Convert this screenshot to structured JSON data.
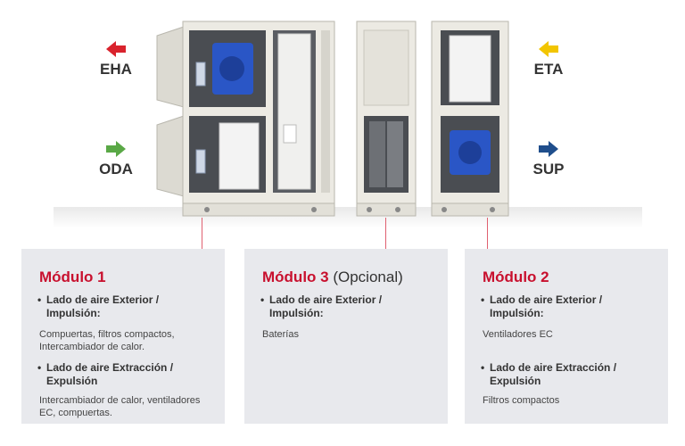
{
  "flows": {
    "eha": {
      "label": "EHA",
      "color": "#d9232d",
      "dir": "left"
    },
    "oda": {
      "label": "ODA",
      "color": "#5aa846",
      "dir": "right"
    },
    "eta": {
      "label": "ETA",
      "color": "#f2c500",
      "dir": "left"
    },
    "sup": {
      "label": "SUP",
      "color": "#1f4e8c",
      "dir": "right"
    }
  },
  "modules": {
    "m1": {
      "title": "Módulo 1",
      "b1": {
        "line1": "Lado de aire Exterior /",
        "line2": "Impulsión:"
      },
      "t1": {
        "line1": "Compuertas, filtros compactos,",
        "line2": "Intercambiador de calor."
      },
      "b2": {
        "line1": "Lado de aire Extracción /",
        "line2": "Expulsión"
      },
      "t2": {
        "line1": "Intercambiador de calor, ventiladores",
        "line2": "EC, compuertas."
      }
    },
    "m3": {
      "title": "Módulo 3",
      "optional": "(Opcional)",
      "b1": {
        "line1": "Lado de aire Exterior /",
        "line2": "Impulsión:"
      },
      "t1": {
        "line1": "Baterías"
      }
    },
    "m2": {
      "title": "Módulo 2",
      "b1": {
        "line1": "Lado de aire Exterior /",
        "line2": "Impulsión:"
      },
      "t1": {
        "line1": "Ventiladores EC"
      },
      "b2": {
        "line1": "Lado de aire Extracción /",
        "line2": "Expulsión"
      },
      "t2": {
        "line1": "Filtros compactos"
      }
    }
  },
  "colors": {
    "accent": "#c8102e",
    "cabinet": "#eceae3",
    "fan": "#2a56c6",
    "panel": "#e8e9ed"
  }
}
